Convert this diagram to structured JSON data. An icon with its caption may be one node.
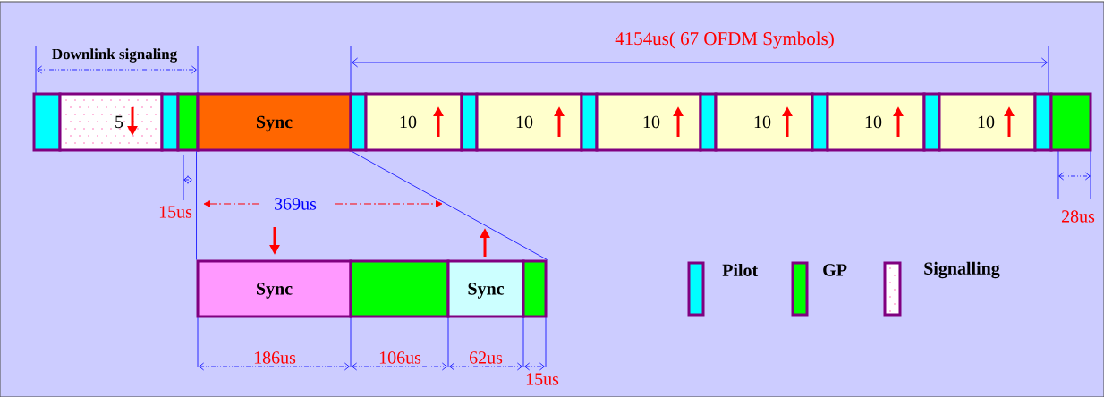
{
  "diagram": {
    "nodes": [
      {
        "text": [],
        "shape": "box"
      },
      {
        "text": [
          "5"
        ]
      },
      {
        "text": [],
        "shape": "box"
      },
      {
        "text": [],
        "shape": "box"
      },
      {
        "text": [
          "Sync"
        ]
      },
      {
        "text": [],
        "shape": "box"
      },
      {
        "text": [
          "10"
        ]
      },
      {
        "text": [],
        "shape": "box"
      },
      {
        "text": [
          "10"
        ]
      },
      {
        "text": [],
        "shape": "box"
      },
      {
        "text": [
          "10"
        ]
      },
      {
        "text": [],
        "shape": "box"
      },
      {
        "text": [
          "10"
        ]
      },
      {
        "text": [],
        "shape": "box"
      },
      {
        "text": [
          "10"
        ]
      },
      {
        "text": [],
        "shape": "box"
      },
      {
        "text": [
          "10"
        ]
      },
      {
        "text": [],
        "shape": "box"
      },
      {
        "text": [],
        "shape": "box"
      },
      {
        "text": [
          "Sync"
        ]
      },
      {
        "text": [],
        "shape": "box"
      },
      {
        "text": [
          "Sync"
        ]
      },
      {
        "text": [],
        "shape": "box"
      }
    ],
    "edges": [
      {
        "from": 4,
        "to": 19,
        "arrow": "none"
      },
      {
        "from": 4,
        "to": 22,
        "arrow": "none"
      }
    ],
    "labels": [
      "Downlink signaling",
      "4154us( 67 OFDM Symbols)",
      "15us",
      "369us",
      "28us",
      "186us",
      "106us",
      "62us",
      "15us"
    ],
    "legend": [
      {
        "text": "Pilot",
        "color": "#00ffff"
      },
      {
        "text": "GP",
        "color": "#00ff00"
      },
      {
        "text": "Signalling"
      }
    ]
  }
}
